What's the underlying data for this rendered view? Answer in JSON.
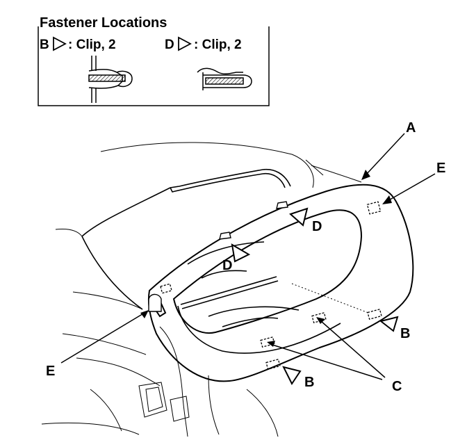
{
  "legend": {
    "title": "Fastener Locations",
    "items": [
      {
        "letter": "B",
        "text": ": Clip, 2"
      },
      {
        "letter": "D",
        "text": ": Clip, 2"
      }
    ]
  },
  "callouts": {
    "a": "A",
    "b1": "B",
    "b2": "B",
    "c": "C",
    "d1": "D",
    "d2": "D",
    "e1": "E",
    "e2": "E"
  },
  "colors": {
    "ink": "#000000",
    "paper": "#ffffff"
  }
}
